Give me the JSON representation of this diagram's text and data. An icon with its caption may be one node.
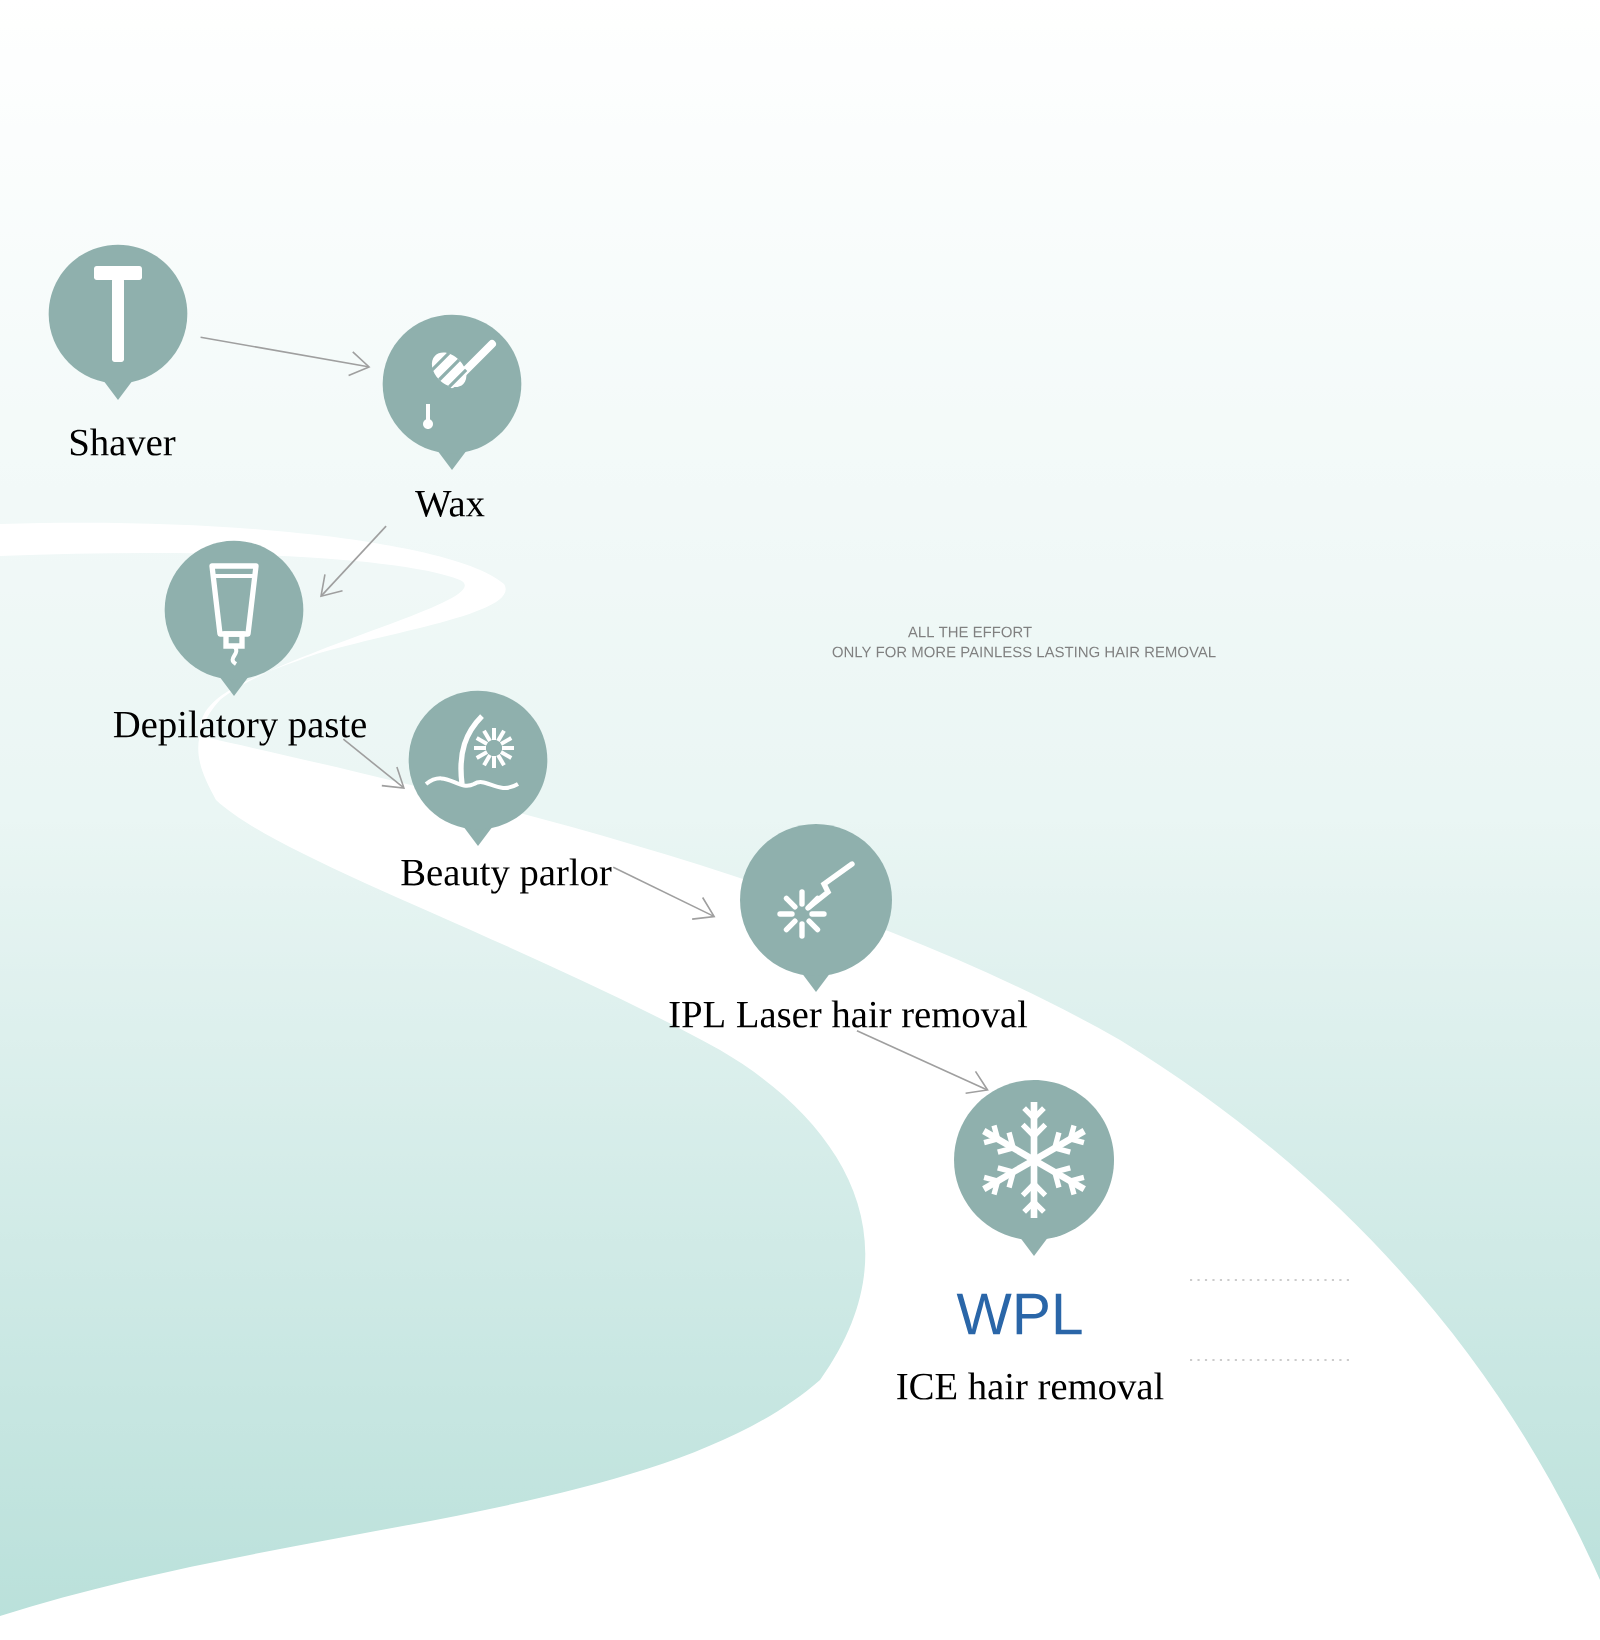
{
  "diagram": {
    "nodes": [
      {
        "text": [
          "Shaver"
        ]
      },
      {
        "text": [
          "Wax"
        ]
      },
      {
        "text": [
          "Depilatory paste"
        ]
      },
      {
        "text": [
          "Beauty parlor"
        ]
      },
      {
        "text": [
          "IPL Laser hair removal"
        ]
      },
      {
        "text": [
          "WPL",
          "ICE hair removal"
        ]
      }
    ],
    "edges": [
      {
        "from": 0,
        "to": 1,
        "arrow": "to"
      },
      {
        "from": 1,
        "to": 2,
        "arrow": "to"
      },
      {
        "from": 2,
        "to": 3,
        "arrow": "to"
      },
      {
        "from": 3,
        "to": 4,
        "arrow": "to"
      },
      {
        "from": 4,
        "to": 5,
        "arrow": "to"
      }
    ],
    "labels": [
      "ALL THE EFFORT",
      "ONLY FOR MORE PAINLESS LASTING HAIR REMOVAL"
    ]
  }
}
